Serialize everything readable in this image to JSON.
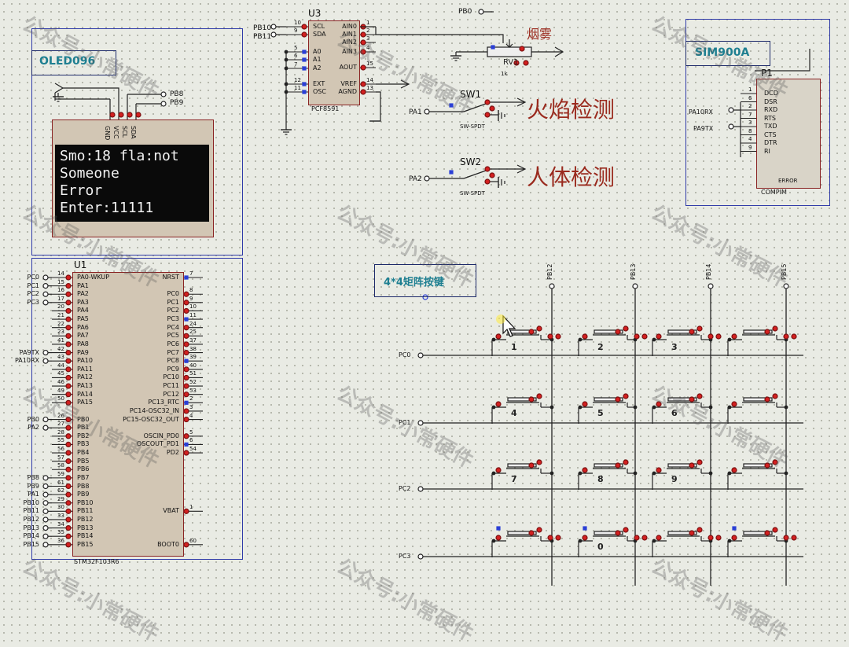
{
  "oled": {
    "title": "OLED096",
    "pin_labels": [
      "GND",
      "VCC",
      "SCL",
      "SDA"
    ],
    "net_pb8": "PB8",
    "net_pb9": "PB9",
    "lines": [
      "Smo:18 fla:not",
      "Someone",
      "Error",
      "Enter:11111"
    ]
  },
  "pcf": {
    "ref": "U3",
    "part": "PCF8591",
    "left_pins": [
      "SCL",
      "SDA",
      "A0",
      "A1",
      "A2",
      "EXT",
      "OSC"
    ],
    "left_nums": [
      "10",
      "9",
      "5",
      "6",
      "7",
      "12",
      "11"
    ],
    "right_pins": [
      "AIN0",
      "AIN1",
      "AIN2",
      "AIN3",
      "AOUT",
      "VREF",
      "AGND"
    ],
    "right_nums": [
      "1",
      "2",
      "3",
      "4",
      "15",
      "14",
      "13"
    ],
    "net_pb10": "PB10",
    "net_pb11": "PB11",
    "net_pb0": "PB0"
  },
  "smoke": {
    "label": "烟雾",
    "ref": "RV1",
    "value": "1k"
  },
  "flame": {
    "sw": "SW1",
    "type": "SW-SPDT",
    "net": "PA1",
    "label": "火焰检测"
  },
  "body": {
    "sw": "SW2",
    "type": "SW-SPDT",
    "net": "PA2",
    "label": "人体检测"
  },
  "gsm": {
    "title": "SIM900A",
    "ref": "P1",
    "signals": [
      "DCD",
      "DSR",
      "RXD",
      "RTS",
      "TXD",
      "CTS",
      "DTR",
      "RI"
    ],
    "nums": [
      "1",
      "6",
      "2",
      "7",
      "3",
      "8",
      "4",
      "9"
    ],
    "net_rx": "PA10RX",
    "net_tx": "PA9TX",
    "error": "ERROR",
    "part": "COMPIM"
  },
  "mcu": {
    "ref": "U1",
    "part": "STM32F103R6",
    "left_pins": [
      "PA0-WKUP",
      "PA1",
      "PA2",
      "PA3",
      "PA4",
      "PA5",
      "PA6",
      "PA7",
      "PA8",
      "PA9",
      "PA10",
      "PA11",
      "PA12",
      "PA13",
      "PA14",
      "PA15",
      "",
      "PB0",
      "PB1",
      "PB2",
      "PB3",
      "PB4",
      "PB5",
      "PB6",
      "PB7",
      "PB8",
      "PB9",
      "PB10",
      "PB11",
      "PB12",
      "PB13",
      "PB14",
      "PB15"
    ],
    "left_nums": [
      "14",
      "15",
      "16",
      "17",
      "20",
      "21",
      "22",
      "23",
      "41",
      "42",
      "43",
      "44",
      "45",
      "46",
      "49",
      "50",
      "",
      "26",
      "27",
      "28",
      "55",
      "56",
      "57",
      "58",
      "59",
      "61",
      "62",
      "29",
      "30",
      "33",
      "34",
      "35",
      "36"
    ],
    "right_pins": [
      "NRST",
      "",
      "PC0",
      "PC1",
      "PC2",
      "PC3",
      "PC4",
      "PC5",
      "PC6",
      "PC7",
      "PC8",
      "PC9",
      "PC10",
      "PC11",
      "PC12",
      "PC13_RTC",
      "PC14-OSC32_IN",
      "PC15-OSC32_OUT",
      "",
      "OSCIN_PD0",
      "OSCOUT_PD1",
      "PD2",
      "",
      "",
      "",
      "",
      "",
      "",
      "VBAT",
      "",
      "",
      "",
      "BOOT0"
    ],
    "right_nums": [
      "7",
      "",
      "8",
      "9",
      "10",
      "11",
      "24",
      "25",
      "37",
      "38",
      "39",
      "40",
      "51",
      "52",
      "53",
      "2",
      "3",
      "4",
      "",
      "5",
      "6",
      "54",
      "",
      "",
      "",
      "",
      "",
      "",
      "1",
      "",
      "",
      "",
      "60"
    ],
    "ext_left": [
      {
        "net": "PC0",
        "row": 0
      },
      {
        "net": "PC1",
        "row": 1
      },
      {
        "net": "PC2",
        "row": 2
      },
      {
        "net": "PC3",
        "row": 3
      },
      {
        "net": "PA9TX",
        "row": 9
      },
      {
        "net": "PA10RX",
        "row": 10
      },
      {
        "net": "PB0",
        "row": 17
      },
      {
        "net": "PA2",
        "row": 18
      },
      {
        "net": "PB8",
        "row": 24
      },
      {
        "net": "PB9",
        "row": 25
      },
      {
        "net": "PA1",
        "row": 26
      },
      {
        "net": "PB10",
        "row": 27
      },
      {
        "net": "PB11",
        "row": 28
      },
      {
        "net": "PB12",
        "row": 29
      },
      {
        "net": "PB13",
        "row": 30
      },
      {
        "net": "PB14",
        "row": 31
      },
      {
        "net": "PB15",
        "row": 32
      }
    ]
  },
  "keypad": {
    "title": "4*4矩阵按键",
    "col_nets": [
      "PB12",
      "PB13",
      "PB14",
      "PB15"
    ],
    "row_nets": [
      "PC0",
      "PC1",
      "PC2",
      "PC3"
    ],
    "keys": [
      "1",
      "2",
      "3",
      "",
      "4",
      "5",
      "6",
      "",
      "7",
      "8",
      "9",
      "",
      "",
      "0",
      "",
      ""
    ]
  },
  "watermark": "公众号:小常硬件"
}
